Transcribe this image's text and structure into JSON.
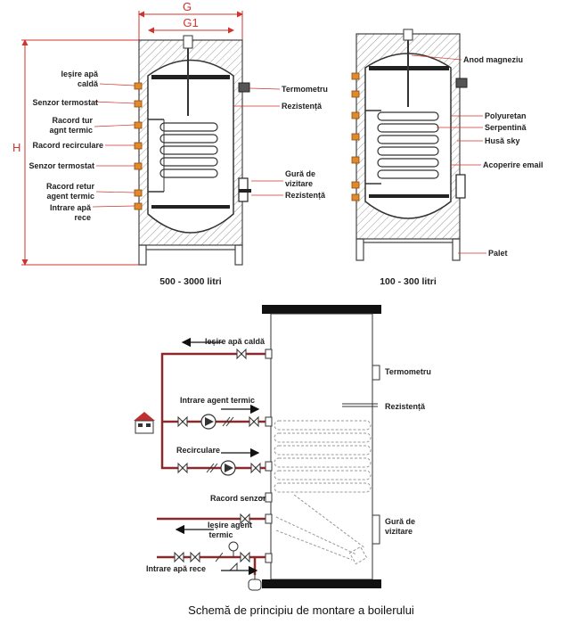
{
  "top_left": {
    "dim_g": "G",
    "dim_g1": "G1",
    "dim_h": "H",
    "labels": [
      "Ieșire apă\ncaldă",
      "Senzor termostat",
      "Racord tur\nagnt termic",
      "Racord recirculare",
      "Senzor termostat",
      "Racord retur\nagent termic",
      "Intrare apă\nrece"
    ],
    "right_labels": [
      "Termometru",
      "Rezistență",
      "Gură de\nvizitare",
      "Rezistență"
    ],
    "volume": "500 - 3000 litri"
  },
  "top_right": {
    "labels": [
      "Anod magneziu",
      "Polyuretan",
      "Serpentină",
      "Husă sky",
      "Acoperire email",
      "Palet"
    ],
    "volume": "100 - 300 litri"
  },
  "bottom": {
    "labels": {
      "hot_out": "Ieșire apă caldă",
      "heat_in": "Intrare agent termic",
      "recirc": "Recirculare",
      "sensor": "Racord senzor",
      "heat_out": "Ieșire agent\ntermic",
      "cold_in": "Intrare apă rece",
      "thermometer": "Termometru",
      "resistance": "Rezistență",
      "manhole": "Gură de\nvizitare"
    },
    "caption": "Schemă de principiu de montare a boilerului"
  },
  "colors": {
    "pipe": "#8b2a2a",
    "dimension": "#d0342c",
    "nozzle": "#e08a2a",
    "tank_line": "#555555"
  }
}
